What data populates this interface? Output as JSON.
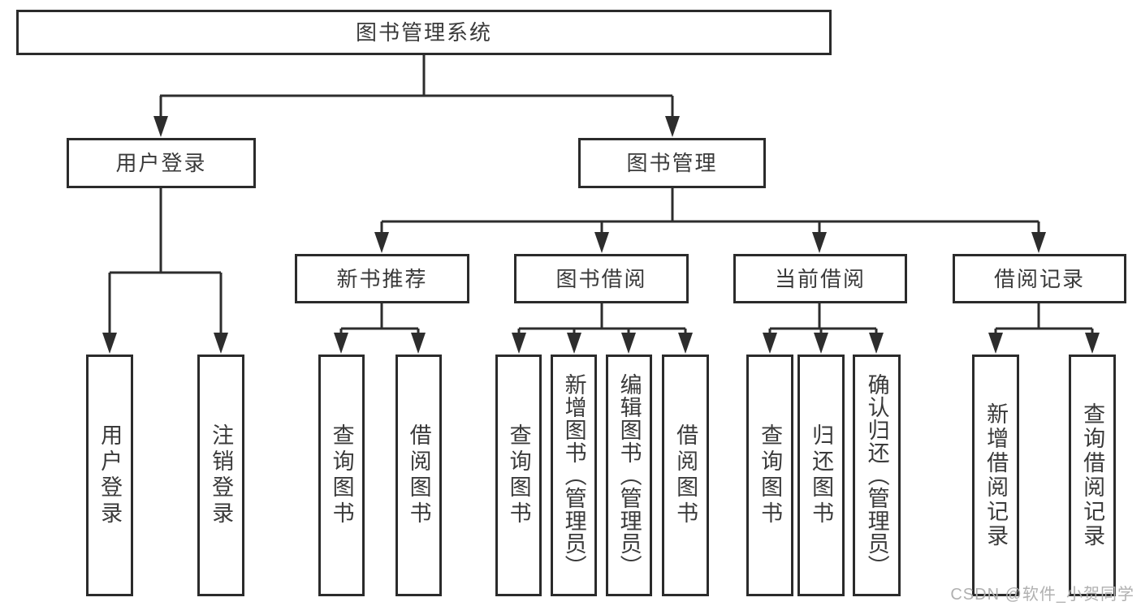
{
  "diagram": {
    "type": "tree",
    "colors": {
      "background": "#ffffff",
      "line": "#2d2d2d",
      "box_border": "#2b2b2b",
      "text": "#3a3a3a",
      "watermark": "#b0b0b0"
    },
    "watermark": "CSDN @软件_小贺同学",
    "tree": {
      "label": "图书管理系统",
      "children": [
        {
          "label": "用户登录",
          "children": [
            {
              "label": "用户登录"
            },
            {
              "label": "注销登录"
            }
          ]
        },
        {
          "label": "图书管理",
          "children": [
            {
              "label": "新书推荐",
              "children": [
                {
                  "label": "查询图书"
                },
                {
                  "label": "借阅图书"
                }
              ]
            },
            {
              "label": "图书借阅",
              "children": [
                {
                  "label": "查询图书"
                },
                {
                  "label": "新增图书（管理员）"
                },
                {
                  "label": "编辑图书（管理员）"
                },
                {
                  "label": "借阅图书"
                }
              ]
            },
            {
              "label": "当前借阅",
              "children": [
                {
                  "label": "查询图书"
                },
                {
                  "label": "归还图书"
                },
                {
                  "label": "确认归还（管理员）"
                }
              ]
            },
            {
              "label": "借阅记录",
              "children": [
                {
                  "label": "新增借阅记录"
                },
                {
                  "label": "查询借阅记录"
                }
              ]
            }
          ]
        }
      ]
    }
  }
}
